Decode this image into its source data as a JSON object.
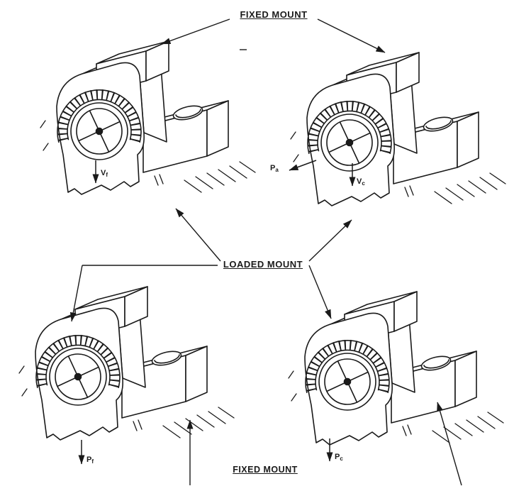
{
  "labels": {
    "fixed_mount_top": "FIXED MOUNT",
    "loaded_mount": "LOADED MOUNT",
    "fixed_mount_bottom": "FIXED MOUNT"
  },
  "force_labels": {
    "vf": {
      "main": "V",
      "sub": "f"
    },
    "pa": {
      "main": "P",
      "sub": "a"
    },
    "vc": {
      "main": "V",
      "sub": "c"
    },
    "pf": {
      "main": "P",
      "sub": "f"
    },
    "pc": {
      "main": "P",
      "sub": "c"
    }
  },
  "colors": {
    "ink": "#1a1a1a",
    "paper": "#ffffff"
  }
}
